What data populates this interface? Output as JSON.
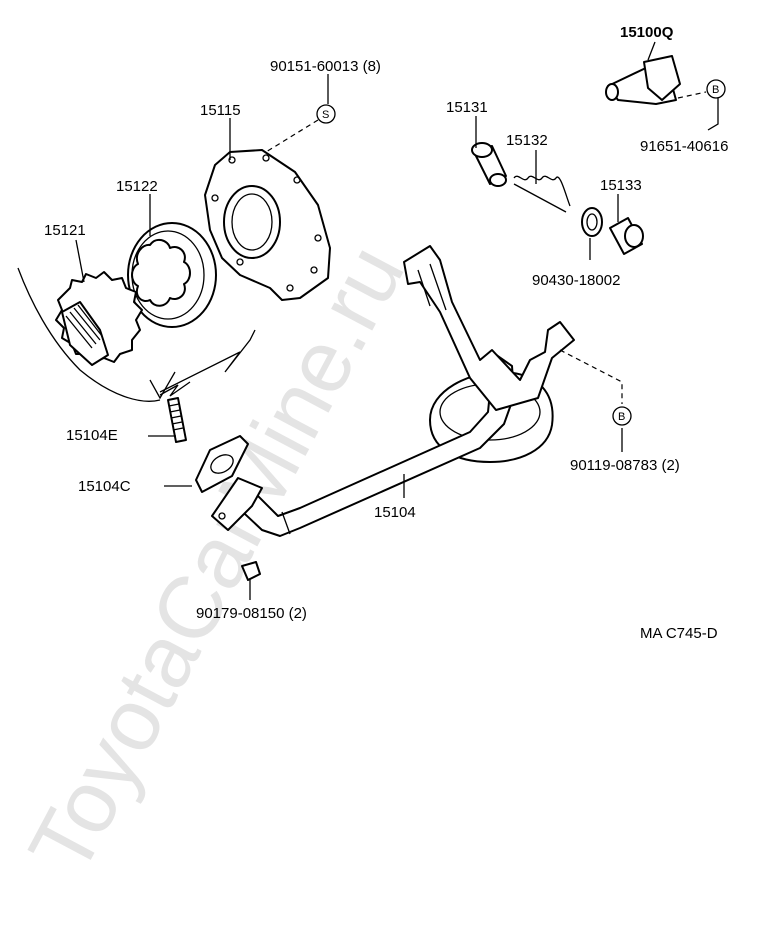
{
  "watermark": "ToyotaCarMine.ru",
  "diagram_code": "MA C745-D",
  "markers": {
    "s": "S",
    "b": "B"
  },
  "labels": {
    "p15100q": "15100Q",
    "p91651": "91651-40616",
    "p90151": "90151-60013 (8)",
    "p15115": "15115",
    "p15122": "15122",
    "p15121": "15121",
    "p15131": "15131",
    "p15132": "15132",
    "p15133": "15133",
    "p90430": "90430-18002",
    "p15104e": "15104E",
    "p15104c": "15104C",
    "p15104": "15104",
    "p90119": "90119-08783 (2)",
    "p90179": "90179-08150 (2)"
  }
}
